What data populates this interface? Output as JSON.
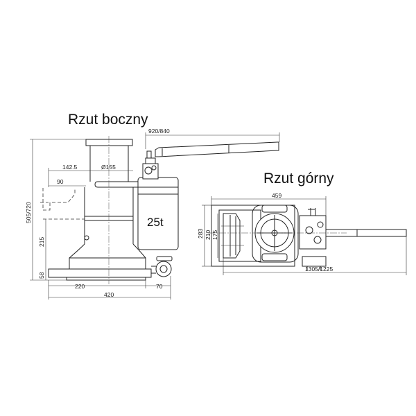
{
  "titles": {
    "side_view": "Rzut boczny",
    "top_view": "Rzut górny"
  },
  "side_view": {
    "capacity_label": "25t",
    "dims": {
      "handle_length": "920/840",
      "offset": "142.5",
      "diameter": "Ø155",
      "claw": "90",
      "total_height": "505/720",
      "mid_height": "215",
      "base_height": "58",
      "base_width": "220",
      "pump_width": "70",
      "overall_width": "420"
    }
  },
  "top_view": {
    "dims": {
      "width": "459",
      "depth_outer": "283",
      "depth_mid": "210",
      "depth_inner": "175",
      "overall_length": "1305/1225"
    }
  }
}
